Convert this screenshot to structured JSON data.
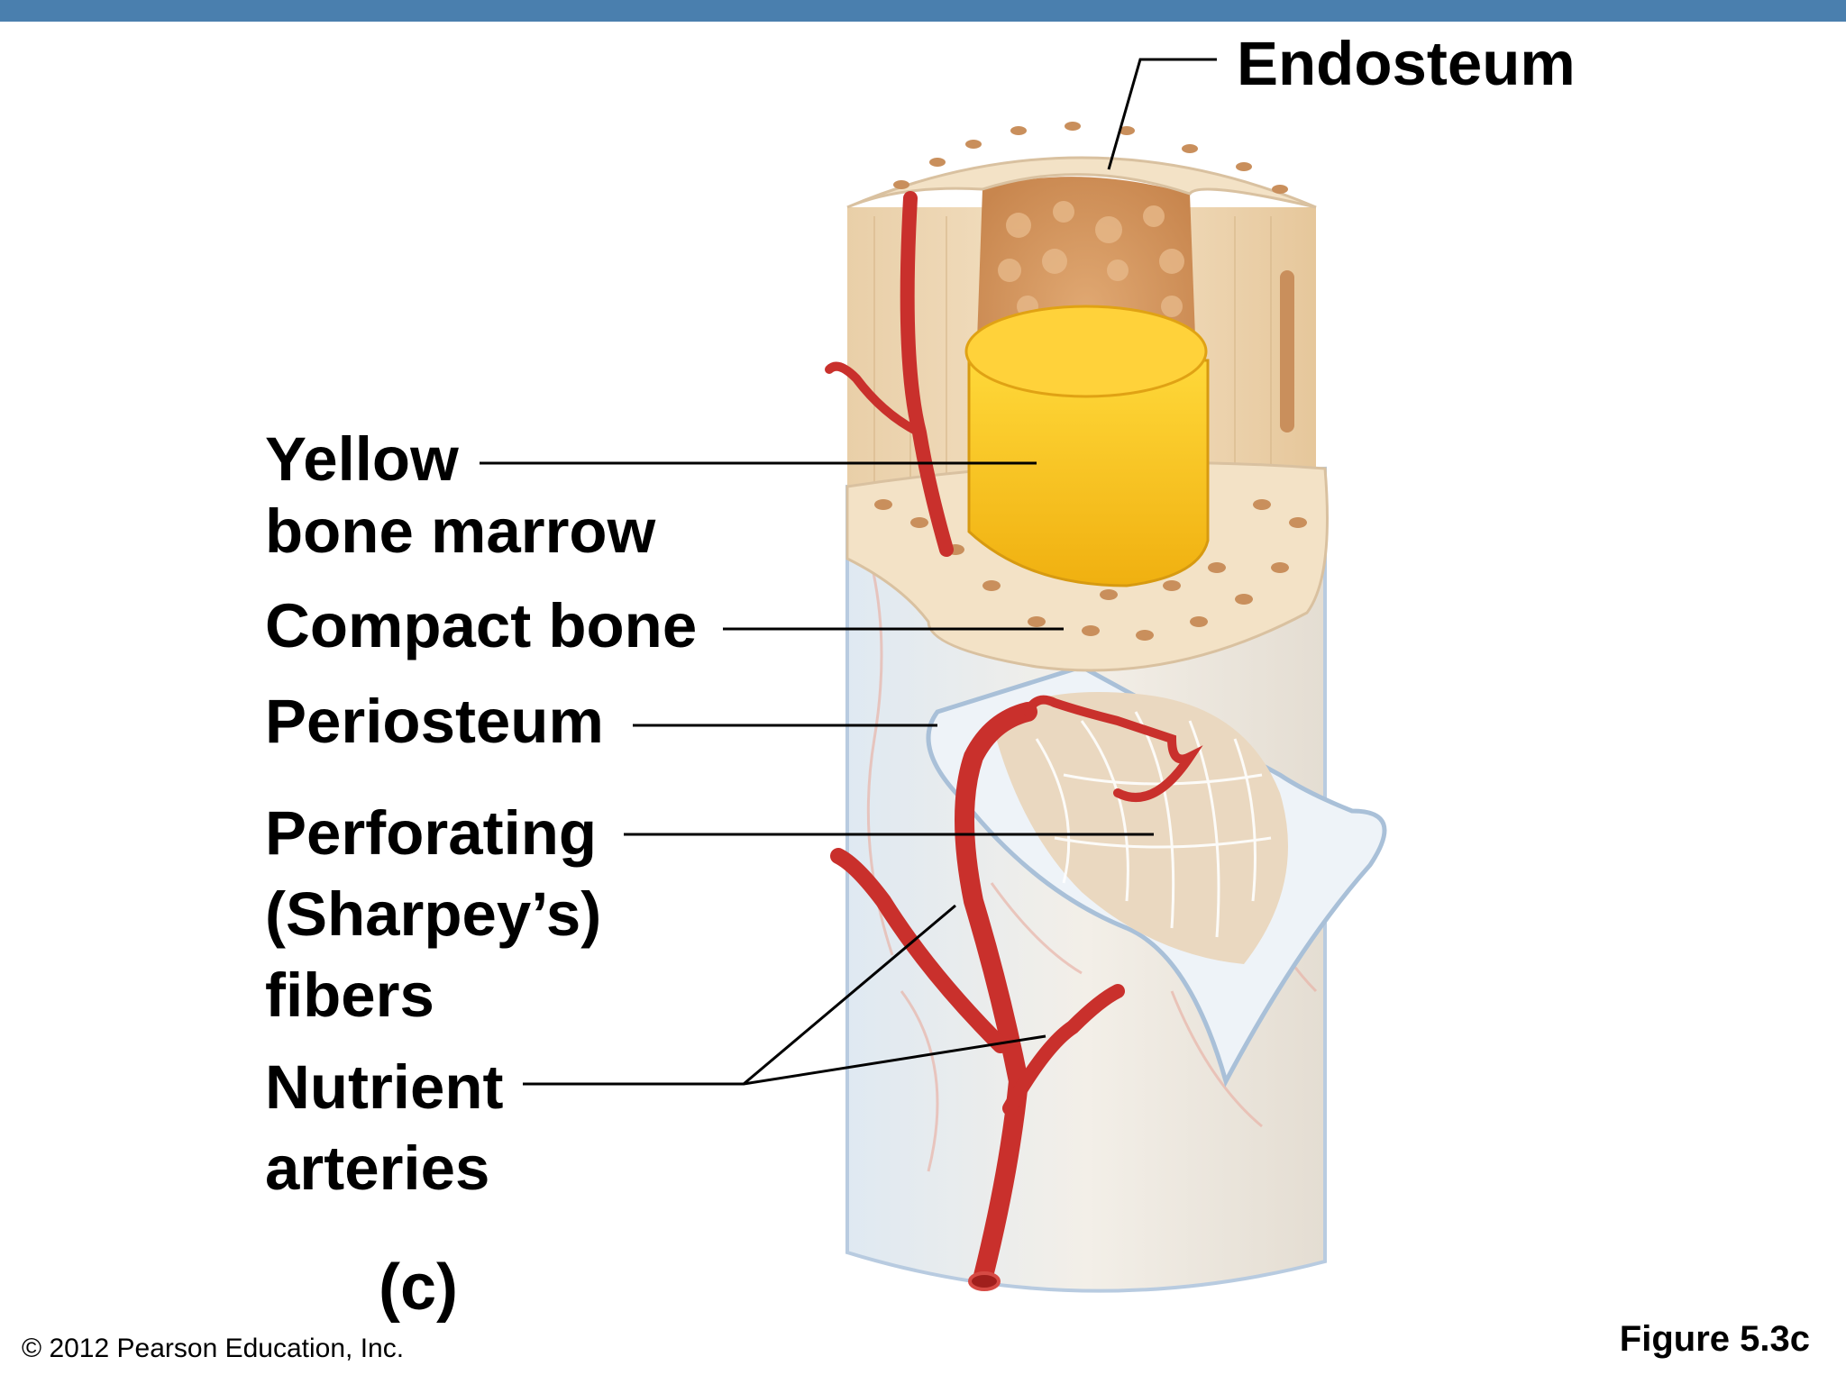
{
  "labels": {
    "endosteum": "Endosteum",
    "yellow_marrow": [
      "Yellow",
      "bone marrow"
    ],
    "compact_bone": "Compact bone",
    "periosteum": "Periosteum",
    "perforating": [
      "Perforating",
      "(Sharpey’s)",
      "fibers"
    ],
    "nutrient": [
      "Nutrient",
      "arteries"
    ]
  },
  "panel_letter": "(c)",
  "copyright": "© 2012 Pearson Education, Inc.",
  "figure_id": "Figure 5.3c",
  "colors": {
    "header_bar": "#4a7fae",
    "bone": "#f2dcc0",
    "periosteum": "#e4eef6",
    "marrow": "#f6c21a",
    "artery": "#c9302c"
  }
}
